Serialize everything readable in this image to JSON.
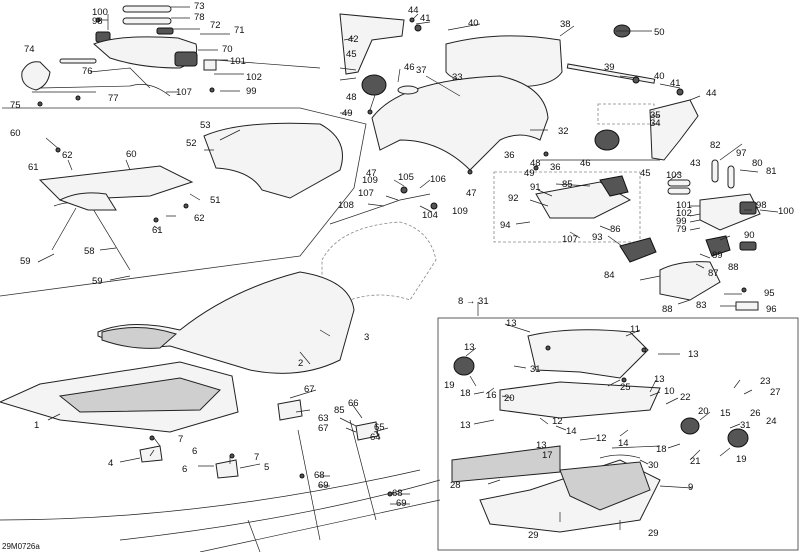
{
  "diagram": {
    "code": "29M0726a",
    "callouts": [
      {
        "id": "c-100a",
        "text": "100"
      },
      {
        "id": "c-98a",
        "text": "98"
      },
      {
        "id": "c-73",
        "text": "73"
      },
      {
        "id": "c-78",
        "text": "78"
      },
      {
        "id": "c-72",
        "text": "72"
      },
      {
        "id": "c-71",
        "text": "71"
      },
      {
        "id": "c-70",
        "text": "70"
      },
      {
        "id": "c-74",
        "text": "74"
      },
      {
        "id": "c-76",
        "text": "76"
      },
      {
        "id": "c-101a",
        "text": "101"
      },
      {
        "id": "c-102a",
        "text": "102"
      },
      {
        "id": "c-107a",
        "text": "107"
      },
      {
        "id": "c-99a",
        "text": "99"
      },
      {
        "id": "c-77",
        "text": "77"
      },
      {
        "id": "c-75",
        "text": "75"
      },
      {
        "id": "c-44a",
        "text": "44"
      },
      {
        "id": "c-41a",
        "text": "41"
      },
      {
        "id": "c-40a",
        "text": "40"
      },
      {
        "id": "c-38",
        "text": "38"
      },
      {
        "id": "c-50",
        "text": "50"
      },
      {
        "id": "c-42",
        "text": "42"
      },
      {
        "id": "c-45a",
        "text": "45"
      },
      {
        "id": "c-46a",
        "text": "46"
      },
      {
        "id": "c-37",
        "text": "37"
      },
      {
        "id": "c-39",
        "text": "39"
      },
      {
        "id": "c-40b",
        "text": "40"
      },
      {
        "id": "c-41b",
        "text": "41"
      },
      {
        "id": "c-44b",
        "text": "44"
      },
      {
        "id": "c-48a",
        "text": "48"
      },
      {
        "id": "c-33",
        "text": "33"
      },
      {
        "id": "c-49a",
        "text": "49"
      },
      {
        "id": "c-35",
        "text": "35"
      },
      {
        "id": "c-34",
        "text": "34"
      },
      {
        "id": "c-32",
        "text": "32"
      },
      {
        "id": "c-47a",
        "text": "47"
      },
      {
        "id": "c-36a",
        "text": "36"
      },
      {
        "id": "c-48b",
        "text": "48"
      },
      {
        "id": "c-36b",
        "text": "36"
      },
      {
        "id": "c-46b",
        "text": "46"
      },
      {
        "id": "c-49b",
        "text": "49"
      },
      {
        "id": "c-43",
        "text": "43"
      },
      {
        "id": "c-45b",
        "text": "45"
      },
      {
        "id": "c-82",
        "text": "82"
      },
      {
        "id": "c-97",
        "text": "97"
      },
      {
        "id": "c-80",
        "text": "80"
      },
      {
        "id": "c-81",
        "text": "81"
      },
      {
        "id": "c-103",
        "text": "103"
      },
      {
        "id": "c-47b",
        "text": "47"
      },
      {
        "id": "c-60a",
        "text": "60"
      },
      {
        "id": "c-53",
        "text": "53"
      },
      {
        "id": "c-52",
        "text": "52"
      },
      {
        "id": "c-62a",
        "text": "62"
      },
      {
        "id": "c-61a",
        "text": "61"
      },
      {
        "id": "c-60b",
        "text": "60"
      },
      {
        "id": "c-51",
        "text": "51"
      },
      {
        "id": "c-62b",
        "text": "62"
      },
      {
        "id": "c-61b",
        "text": "61"
      },
      {
        "id": "c-58",
        "text": "58"
      },
      {
        "id": "c-59a",
        "text": "59"
      },
      {
        "id": "c-59b",
        "text": "59"
      },
      {
        "id": "c-109a",
        "text": "109"
      },
      {
        "id": "c-105",
        "text": "105"
      },
      {
        "id": "c-106",
        "text": "106"
      },
      {
        "id": "c-107b",
        "text": "107"
      },
      {
        "id": "c-108",
        "text": "108"
      },
      {
        "id": "c-104",
        "text": "104"
      },
      {
        "id": "c-109b",
        "text": "109"
      },
      {
        "id": "c-91",
        "text": "91"
      },
      {
        "id": "c-85",
        "text": "85"
      },
      {
        "id": "c-92",
        "text": "92"
      },
      {
        "id": "c-94",
        "text": "94"
      },
      {
        "id": "c-107c",
        "text": "107"
      },
      {
        "id": "c-86",
        "text": "86"
      },
      {
        "id": "c-101b",
        "text": "101"
      },
      {
        "id": "c-102b",
        "text": "102"
      },
      {
        "id": "c-99b",
        "text": "99"
      },
      {
        "id": "c-79",
        "text": "79"
      },
      {
        "id": "c-98b",
        "text": "98"
      },
      {
        "id": "c-100b",
        "text": "100"
      },
      {
        "id": "c-90",
        "text": "90"
      },
      {
        "id": "c-93",
        "text": "93"
      },
      {
        "id": "c-89",
        "text": "89"
      },
      {
        "id": "c-88a",
        "text": "88"
      },
      {
        "id": "c-87",
        "text": "87"
      },
      {
        "id": "c-84",
        "text": "84"
      },
      {
        "id": "c-95",
        "text": "95"
      },
      {
        "id": "c-83",
        "text": "83"
      },
      {
        "id": "c-88b",
        "text": "88"
      },
      {
        "id": "c-96",
        "text": "96"
      },
      {
        "id": "c-8to31",
        "text": "8 → 31"
      },
      {
        "id": "c-13a",
        "text": "13"
      },
      {
        "id": "c-11",
        "text": "11"
      },
      {
        "id": "c-13b",
        "text": "13"
      },
      {
        "id": "c-13c",
        "text": "13"
      },
      {
        "id": "c-31a",
        "text": "31"
      },
      {
        "id": "c-25",
        "text": "25"
      },
      {
        "id": "c-13d",
        "text": "13"
      },
      {
        "id": "c-19a",
        "text": "19"
      },
      {
        "id": "c-18a",
        "text": "18"
      },
      {
        "id": "c-16",
        "text": "16"
      },
      {
        "id": "c-20a",
        "text": "20"
      },
      {
        "id": "c-10",
        "text": "10"
      },
      {
        "id": "c-22",
        "text": "22"
      },
      {
        "id": "c-23",
        "text": "23"
      },
      {
        "id": "c-27",
        "text": "27"
      },
      {
        "id": "c-26",
        "text": "26"
      },
      {
        "id": "c-24",
        "text": "24"
      },
      {
        "id": "c-12a",
        "text": "12"
      },
      {
        "id": "c-13e",
        "text": "13"
      },
      {
        "id": "c-14a",
        "text": "14"
      },
      {
        "id": "c-20b",
        "text": "20"
      },
      {
        "id": "c-15",
        "text": "15"
      },
      {
        "id": "c-31b",
        "text": "31"
      },
      {
        "id": "c-13f",
        "text": "13"
      },
      {
        "id": "c-12b",
        "text": "12"
      },
      {
        "id": "c-14b",
        "text": "14"
      },
      {
        "id": "c-18b",
        "text": "18"
      },
      {
        "id": "c-21",
        "text": "21"
      },
      {
        "id": "c-19b",
        "text": "19"
      },
      {
        "id": "c-17",
        "text": "17"
      },
      {
        "id": "c-30",
        "text": "30"
      },
      {
        "id": "c-28",
        "text": "28"
      },
      {
        "id": "c-9",
        "text": "9"
      },
      {
        "id": "c-29a",
        "text": "29"
      },
      {
        "id": "c-29b",
        "text": "29"
      },
      {
        "id": "c-3",
        "text": "3"
      },
      {
        "id": "c-2",
        "text": "2"
      },
      {
        "id": "c-1",
        "text": "1"
      },
      {
        "id": "c-7a",
        "text": "7"
      },
      {
        "id": "c-6a",
        "text": "6"
      },
      {
        "id": "c-4",
        "text": "4"
      },
      {
        "id": "c-7b",
        "text": "7"
      },
      {
        "id": "c-6b",
        "text": "6"
      },
      {
        "id": "c-5",
        "text": "5"
      },
      {
        "id": "c-67a",
        "text": "67"
      },
      {
        "id": "c-85b",
        "text": "85"
      },
      {
        "id": "c-66",
        "text": "66"
      },
      {
        "id": "c-63",
        "text": "63"
      },
      {
        "id": "c-65",
        "text": "65"
      },
      {
        "id": "c-67b",
        "text": "67"
      },
      {
        "id": "c-64",
        "text": "64"
      },
      {
        "id": "c-68a",
        "text": "68"
      },
      {
        "id": "c-69a",
        "text": "69"
      },
      {
        "id": "c-68b",
        "text": "68"
      },
      {
        "id": "c-69b",
        "text": "69"
      }
    ]
  }
}
